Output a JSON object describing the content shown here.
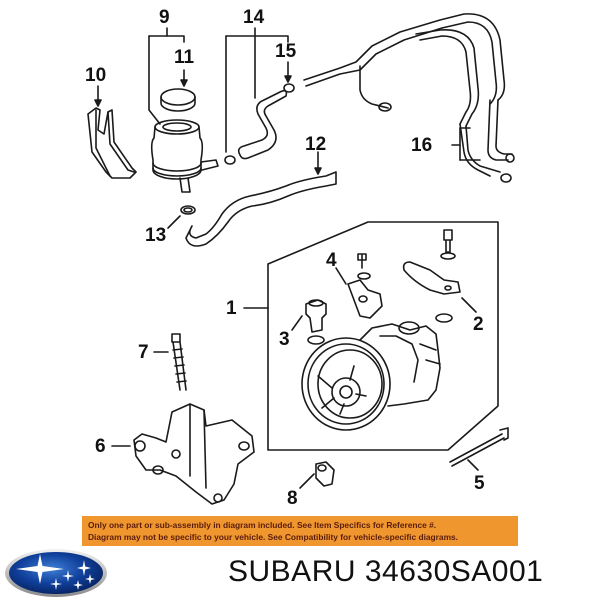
{
  "diagram": {
    "subject": "Power steering pump assembly exploded view",
    "callouts": [
      {
        "id": "1",
        "label": "1",
        "part": "pump-assembly"
      },
      {
        "id": "2",
        "label": "2",
        "part": "outlet-fitting"
      },
      {
        "id": "3",
        "label": "3",
        "part": "relief-valve"
      },
      {
        "id": "4",
        "label": "4",
        "part": "bracket-plate"
      },
      {
        "id": "5",
        "label": "5",
        "part": "long-bolt"
      },
      {
        "id": "6",
        "label": "6",
        "part": "mounting-bracket"
      },
      {
        "id": "7",
        "label": "7",
        "part": "bracket-bolt"
      },
      {
        "id": "8",
        "label": "8",
        "part": "bushing"
      },
      {
        "id": "9",
        "label": "9",
        "part": "reservoir-assembly"
      },
      {
        "id": "10",
        "label": "10",
        "part": "reservoir-bracket"
      },
      {
        "id": "11",
        "label": "11",
        "part": "reservoir-cap"
      },
      {
        "id": "12",
        "label": "12",
        "part": "suction-hose"
      },
      {
        "id": "13",
        "label": "13",
        "part": "hose-clamp"
      },
      {
        "id": "14",
        "label": "14",
        "part": "return-hose"
      },
      {
        "id": "15",
        "label": "15",
        "part": "clamp"
      },
      {
        "id": "16",
        "label": "16",
        "part": "pressure-hose-lines"
      }
    ]
  },
  "banner": {
    "line1": "Only one part or sub-assembly in diagram included. See Item Specifics for Reference #.",
    "line2": "Diagram may not be specific to your vehicle. See Compatibility for vehicle-specific diagrams.",
    "bg_color": "#f0962e",
    "text_color": "#5a1d0c"
  },
  "brand": {
    "logo": "subaru-logo",
    "title": "SUBARU 34630SA001"
  }
}
